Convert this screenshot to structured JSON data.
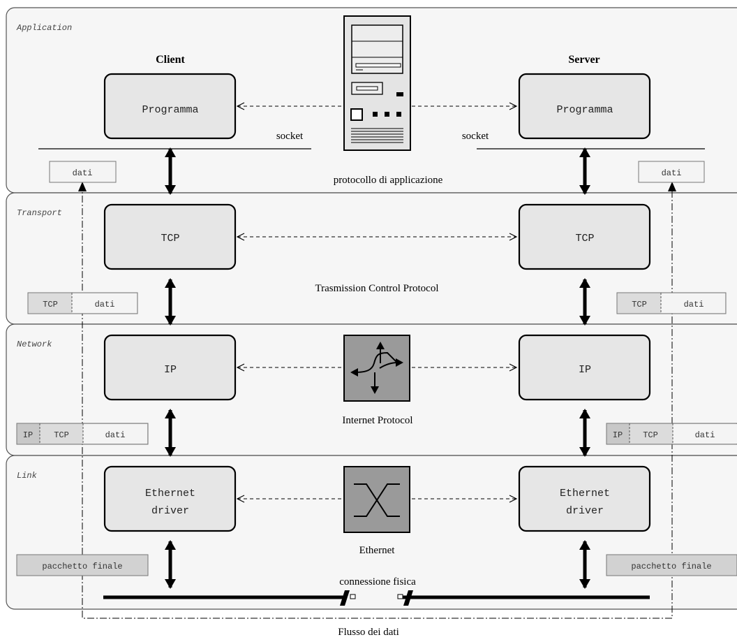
{
  "layers": [
    {
      "label": "Application"
    },
    {
      "label": "Transport"
    },
    {
      "label": "Network"
    },
    {
      "label": "Link"
    }
  ],
  "client": {
    "title": "Client",
    "socket_label": "socket",
    "boxes": [
      "Programma",
      "TCP",
      "IP",
      "Ethernet",
      "driver"
    ]
  },
  "server": {
    "title": "Server",
    "socket_label": "socket",
    "boxes": [
      "Programma",
      "TCP",
      "IP",
      "Ethernet",
      "driver"
    ]
  },
  "captions": {
    "application": "protocollo di applicazione",
    "transport": "Trasmission Control Protocol",
    "network": "Internet Protocol",
    "link": "Ethernet",
    "physical": "connessione fisica",
    "flow": "Flusso dei dati"
  },
  "packets": {
    "application": [
      "dati"
    ],
    "transport": [
      "TCP",
      "dati"
    ],
    "network": [
      "IP",
      "TCP",
      "dati"
    ],
    "link": [
      "pacchetto finale"
    ]
  },
  "icons": [
    "server-tower-icon",
    "router-icon",
    "switch-icon"
  ],
  "colors": {
    "layer_bg": "#f6f6f6",
    "box_fill": "#e6e6e6",
    "packet_fill": "#dcdcdc",
    "device_fill": "#9a9a9a"
  }
}
